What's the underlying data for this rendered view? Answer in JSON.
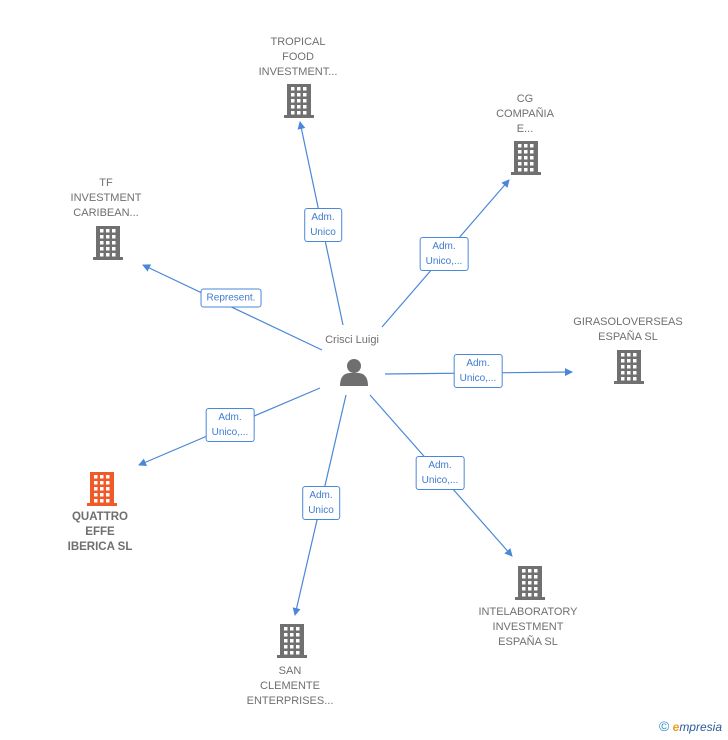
{
  "center": {
    "label": "Crisci Luigi",
    "icon": "person-icon",
    "color": "#6f6f6f"
  },
  "nodes": [
    {
      "id": "tropical",
      "label": "TROPICAL\nFOOD\nINVESTMENT...",
      "icon": "building-icon",
      "color": "#707070",
      "edge_label": "Adm.\nUnico"
    },
    {
      "id": "cg",
      "label": "CG\nCOMPAÑIA\nE...",
      "icon": "building-icon",
      "color": "#707070",
      "edge_label": "Adm.\nUnico,..."
    },
    {
      "id": "tf",
      "label": "TF\nINVESTMENT\nCARIBEAN...",
      "icon": "building-icon",
      "color": "#707070",
      "edge_label": "Represent."
    },
    {
      "id": "girasol",
      "label": "GIRASOLOVERSEAS\nESPAÑA SL",
      "icon": "building-icon",
      "color": "#707070",
      "edge_label": "Adm.\nUnico,..."
    },
    {
      "id": "quattro",
      "label": "QUATTRO\nEFFE\nIBERICA SL",
      "icon": "building-icon",
      "color": "#f05a28",
      "edge_label": "Adm.\nUnico,..."
    },
    {
      "id": "intelab",
      "label": "INTELABORATORY\nINVESTMENT\nESPAÑA SL",
      "icon": "building-icon",
      "color": "#707070",
      "edge_label": "Adm.\nUnico,..."
    },
    {
      "id": "sanclemente",
      "label": "SAN\nCLEMENTE\nENTERPRISES...",
      "icon": "building-icon",
      "color": "#707070",
      "edge_label": "Adm.\nUnico"
    }
  ],
  "brand": {
    "copyright": "©",
    "e": "e",
    "rest": "mpresia"
  },
  "colors": {
    "edge": "#4a87d8",
    "focus": "#f05a28",
    "node": "#707070"
  }
}
